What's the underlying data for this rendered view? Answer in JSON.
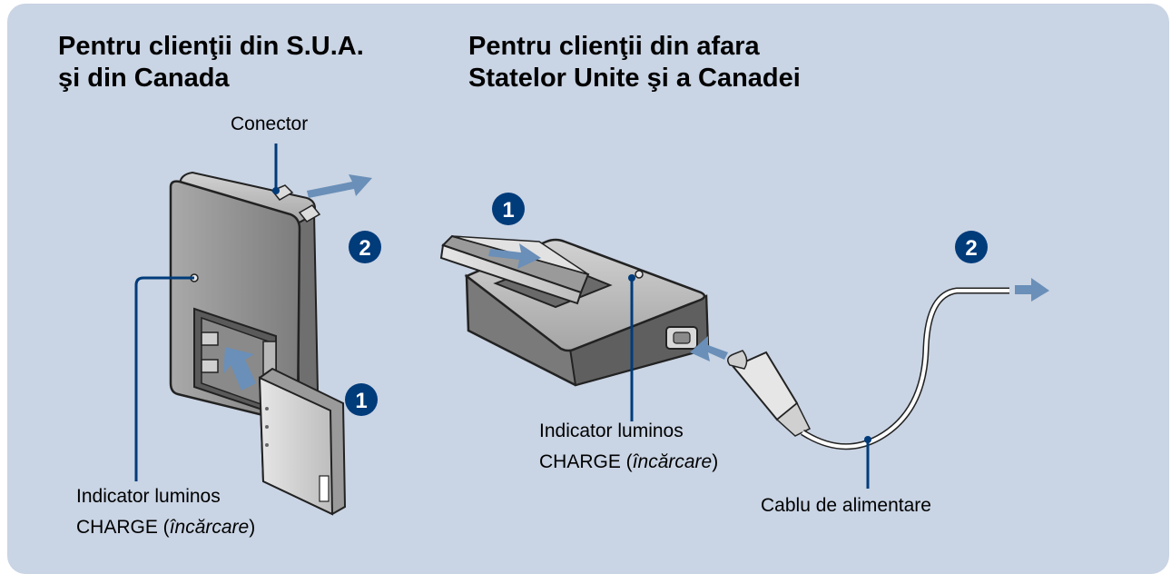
{
  "left_section": {
    "title_line1": "Pentru clienţii din S.U.A.",
    "title_line2": "şi din Canada",
    "connector_label": "Conector",
    "indicator_line1": "Indicator luminos",
    "indicator_charge": "CHARGE (",
    "indicator_italic": "încărcare",
    "indicator_close": ")",
    "step_battery": "1",
    "step_unplug": "2"
  },
  "right_section": {
    "title_line1": "Pentru clienţii din afara",
    "title_line2": "Statelor Unite şi a Canadei",
    "indicator_line1": "Indicator luminos",
    "indicator_charge": "CHARGE (",
    "indicator_italic": "încărcare",
    "indicator_close": ")",
    "cable_label": "Cablu de alimentare",
    "step_battery": "1",
    "step_unplug": "2"
  },
  "colors": {
    "panel_bg": "#c9d4e4",
    "step_badge": "#003b7a",
    "leader_line": "#003b7a",
    "arrow": "#6a8fb8"
  }
}
